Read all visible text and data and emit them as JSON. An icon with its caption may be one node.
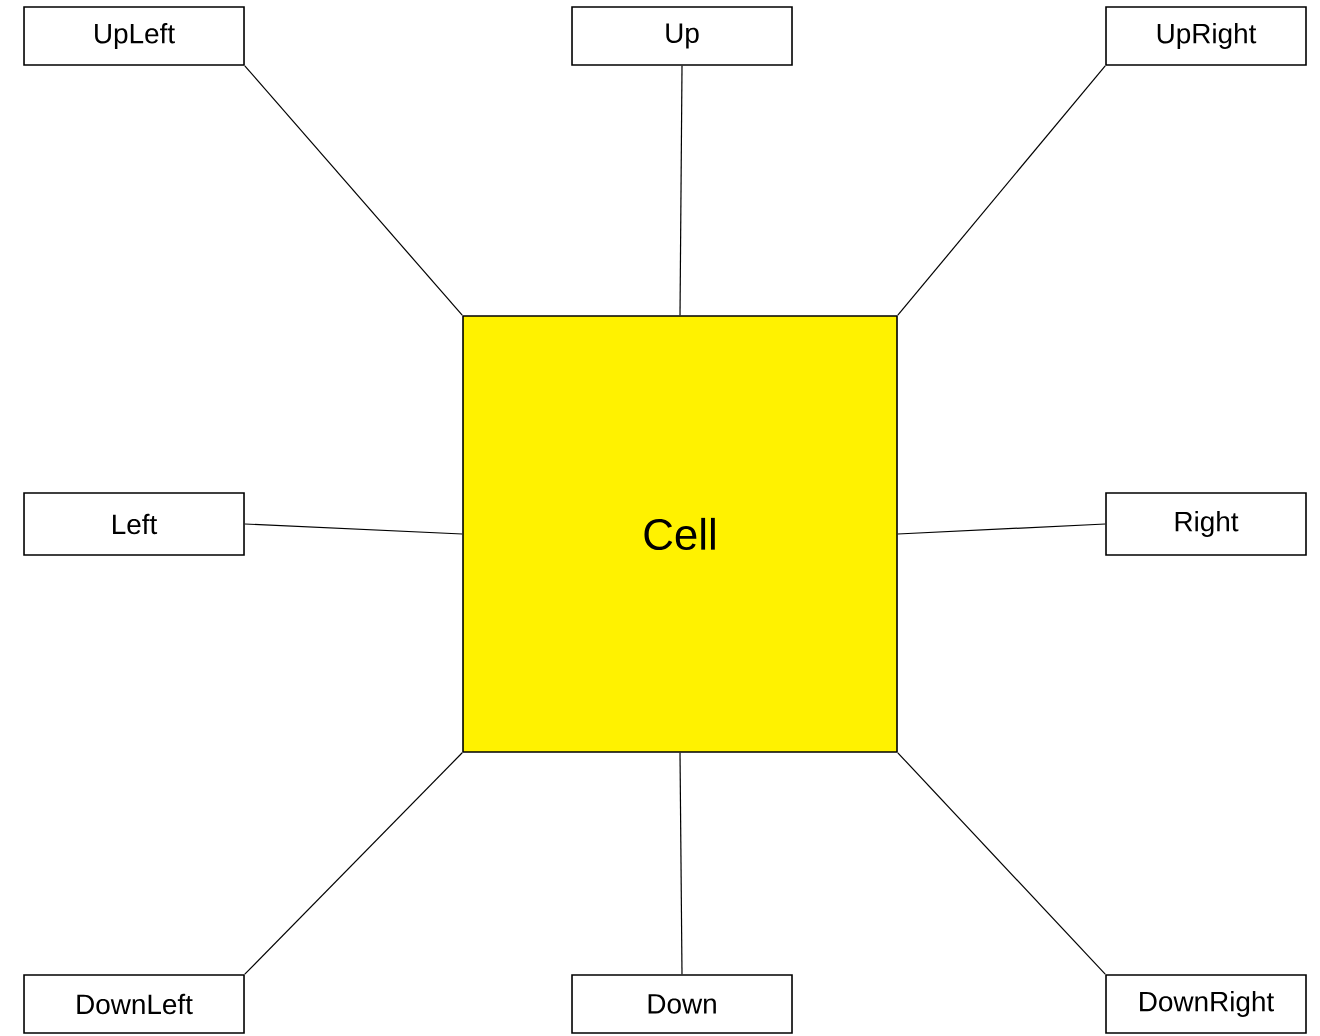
{
  "diagram": {
    "nodes": [
      {
        "text": [
          "UpLeft"
        ]
      },
      {
        "text": [
          "Up"
        ]
      },
      {
        "text": [
          "UpRight"
        ]
      },
      {
        "text": [
          "Left"
        ]
      },
      {
        "text": [
          "Cell"
        ]
      },
      {
        "text": [
          "Right"
        ]
      },
      {
        "text": [
          "DownLeft"
        ]
      },
      {
        "text": [
          "Down"
        ]
      },
      {
        "text": [
          "DownRight"
        ]
      }
    ],
    "edges": [
      {
        "from": 4,
        "to": 0,
        "arrow": "none"
      },
      {
        "from": 4,
        "to": 1,
        "arrow": "none"
      },
      {
        "from": 4,
        "to": 2,
        "arrow": "none"
      },
      {
        "from": 4,
        "to": 3,
        "arrow": "none"
      },
      {
        "from": 4,
        "to": 5,
        "arrow": "none"
      },
      {
        "from": 4,
        "to": 6,
        "arrow": "none"
      },
      {
        "from": 4,
        "to": 7,
        "arrow": "none"
      },
      {
        "from": 4,
        "to": 8,
        "arrow": "none"
      }
    ]
  }
}
